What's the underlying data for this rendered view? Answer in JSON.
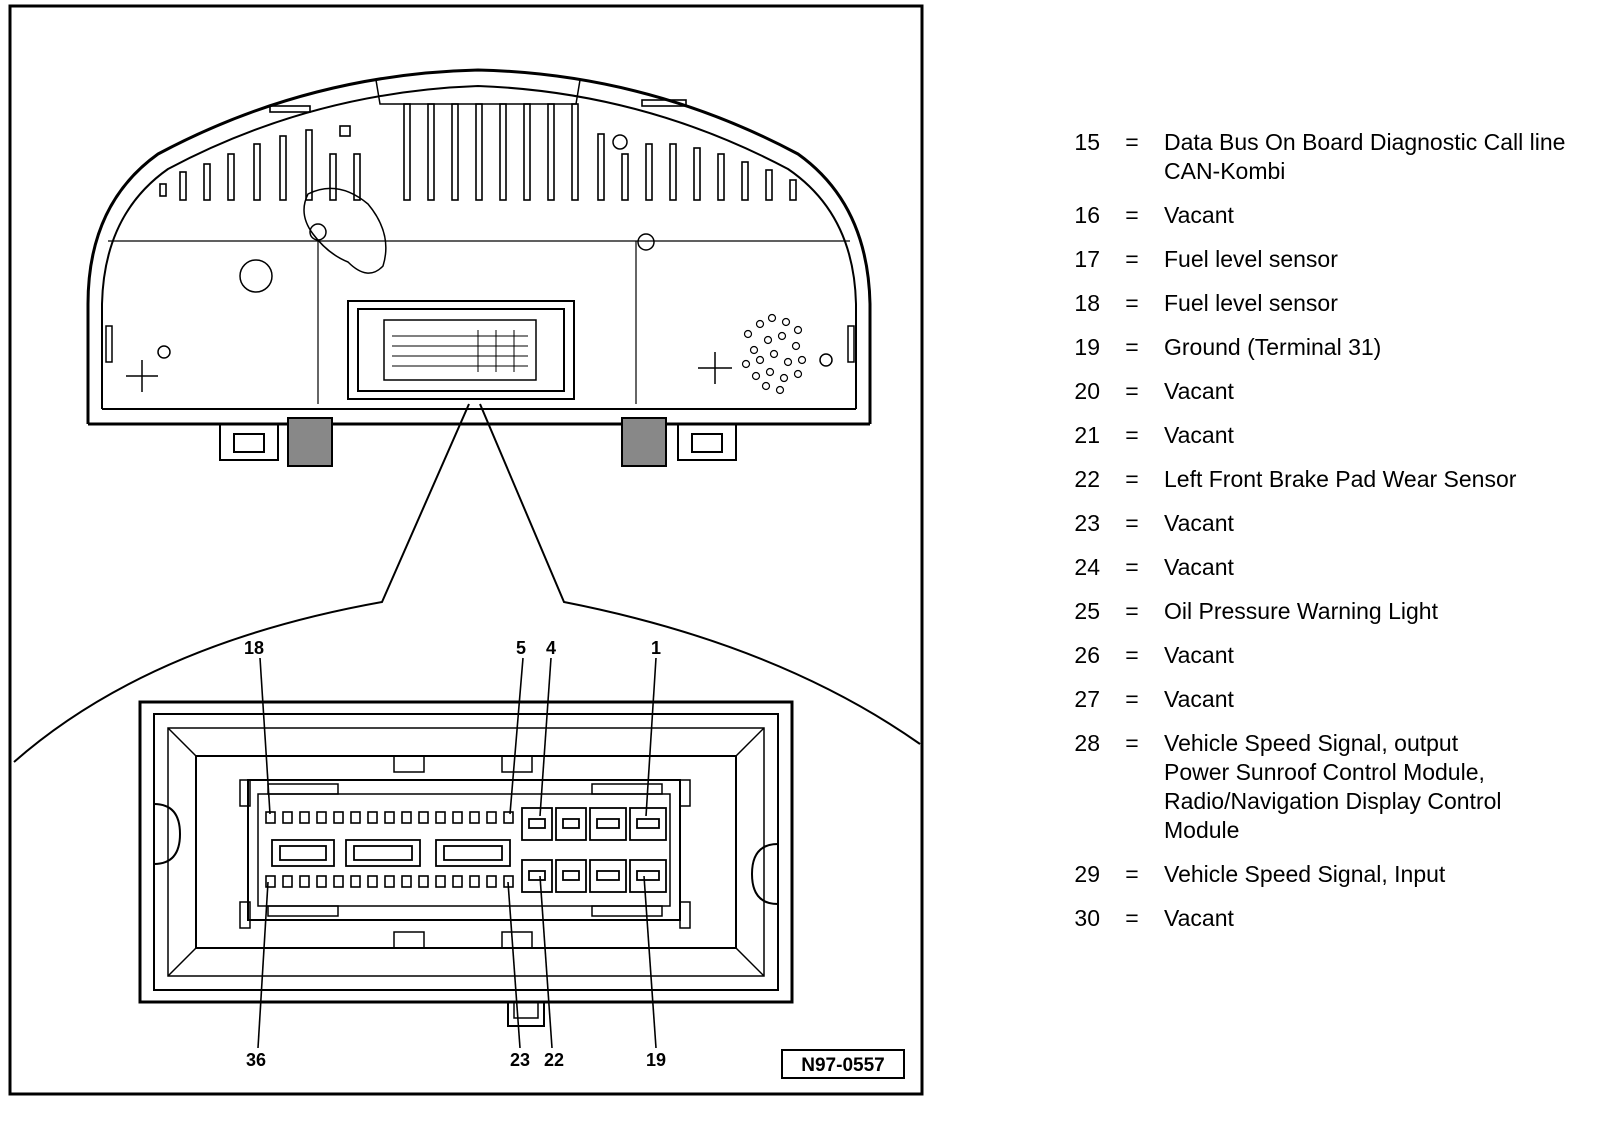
{
  "figure": {
    "reference": "N97-0557",
    "pin_labels": {
      "p18": "18",
      "p5": "5",
      "p4": "4",
      "p1": "1",
      "p36": "36",
      "p23": "23",
      "p22": "22",
      "p19": "19"
    }
  },
  "legend": [
    {
      "num": "15",
      "eq": "=",
      "desc": "Data Bus On Board Diagnostic Call line\nCAN-Kombi"
    },
    {
      "num": "16",
      "eq": "=",
      "desc": "Vacant"
    },
    {
      "num": "17",
      "eq": "=",
      "desc": "Fuel level sensor"
    },
    {
      "num": "18",
      "eq": "=",
      "desc": "Fuel level sensor"
    },
    {
      "num": "19",
      "eq": "=",
      "desc": "Ground (Terminal 31)"
    },
    {
      "num": "20",
      "eq": "=",
      "desc": "Vacant"
    },
    {
      "num": "21",
      "eq": "=",
      "desc": "Vacant"
    },
    {
      "num": "22",
      "eq": "=",
      "desc": "Left Front Brake Pad Wear Sensor"
    },
    {
      "num": "23",
      "eq": "=",
      "desc": "Vacant"
    },
    {
      "num": "24",
      "eq": "=",
      "desc": "Vacant"
    },
    {
      "num": "25",
      "eq": "=",
      "desc": "Oil Pressure Warning Light"
    },
    {
      "num": "26",
      "eq": "=",
      "desc": "Vacant"
    },
    {
      "num": "27",
      "eq": "=",
      "desc": "Vacant"
    },
    {
      "num": "28",
      "eq": "=",
      "desc": "Vehicle Speed Signal, output\nPower Sunroof Control Module,\nRadio/Navigation Display Control\nModule"
    },
    {
      "num": "29",
      "eq": "=",
      "desc": "Vehicle Speed Signal, Input"
    },
    {
      "num": "30",
      "eq": "=",
      "desc": "Vacant"
    }
  ]
}
